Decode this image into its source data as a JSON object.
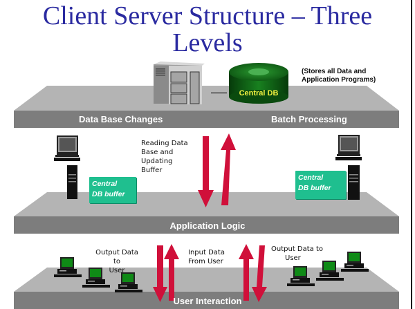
{
  "title": {
    "line1": "Client Server Structure – Three",
    "line2": "Levels"
  },
  "levels": [
    {
      "id": "top",
      "left_label": "Data Base Changes",
      "right_label": "Batch Processing"
    },
    {
      "id": "middle",
      "center_label": "Application Logic"
    },
    {
      "id": "bottom",
      "center_label": "User Interaction"
    }
  ],
  "central_db": {
    "label": "Central DB",
    "note_line1": "(Stores all Data and",
    "note_line2": "Application Programs)"
  },
  "annotations": {
    "reading": [
      "Reading Data",
      "Base and",
      "Updating",
      "Buffer"
    ],
    "output_left": [
      "Output Data to",
      "User"
    ],
    "input_center": [
      "Input Data",
      "From User"
    ],
    "output_right": [
      "Output Data to",
      "User"
    ]
  },
  "buffers": [
    {
      "line1": "Central",
      "line2": "DB buffer"
    },
    {
      "line1": "Central",
      "line2": "DB buffer"
    }
  ],
  "colors": {
    "title": "#2a2aa0",
    "platform_top": "#b4b4b4",
    "platform_front": "#7d7d7d",
    "arrow": "#d0103a",
    "buffer": "#1fbf8f",
    "db_green": "#0d5e12",
    "db_label": "#f0f040",
    "screen_green": "#0f8a16"
  }
}
